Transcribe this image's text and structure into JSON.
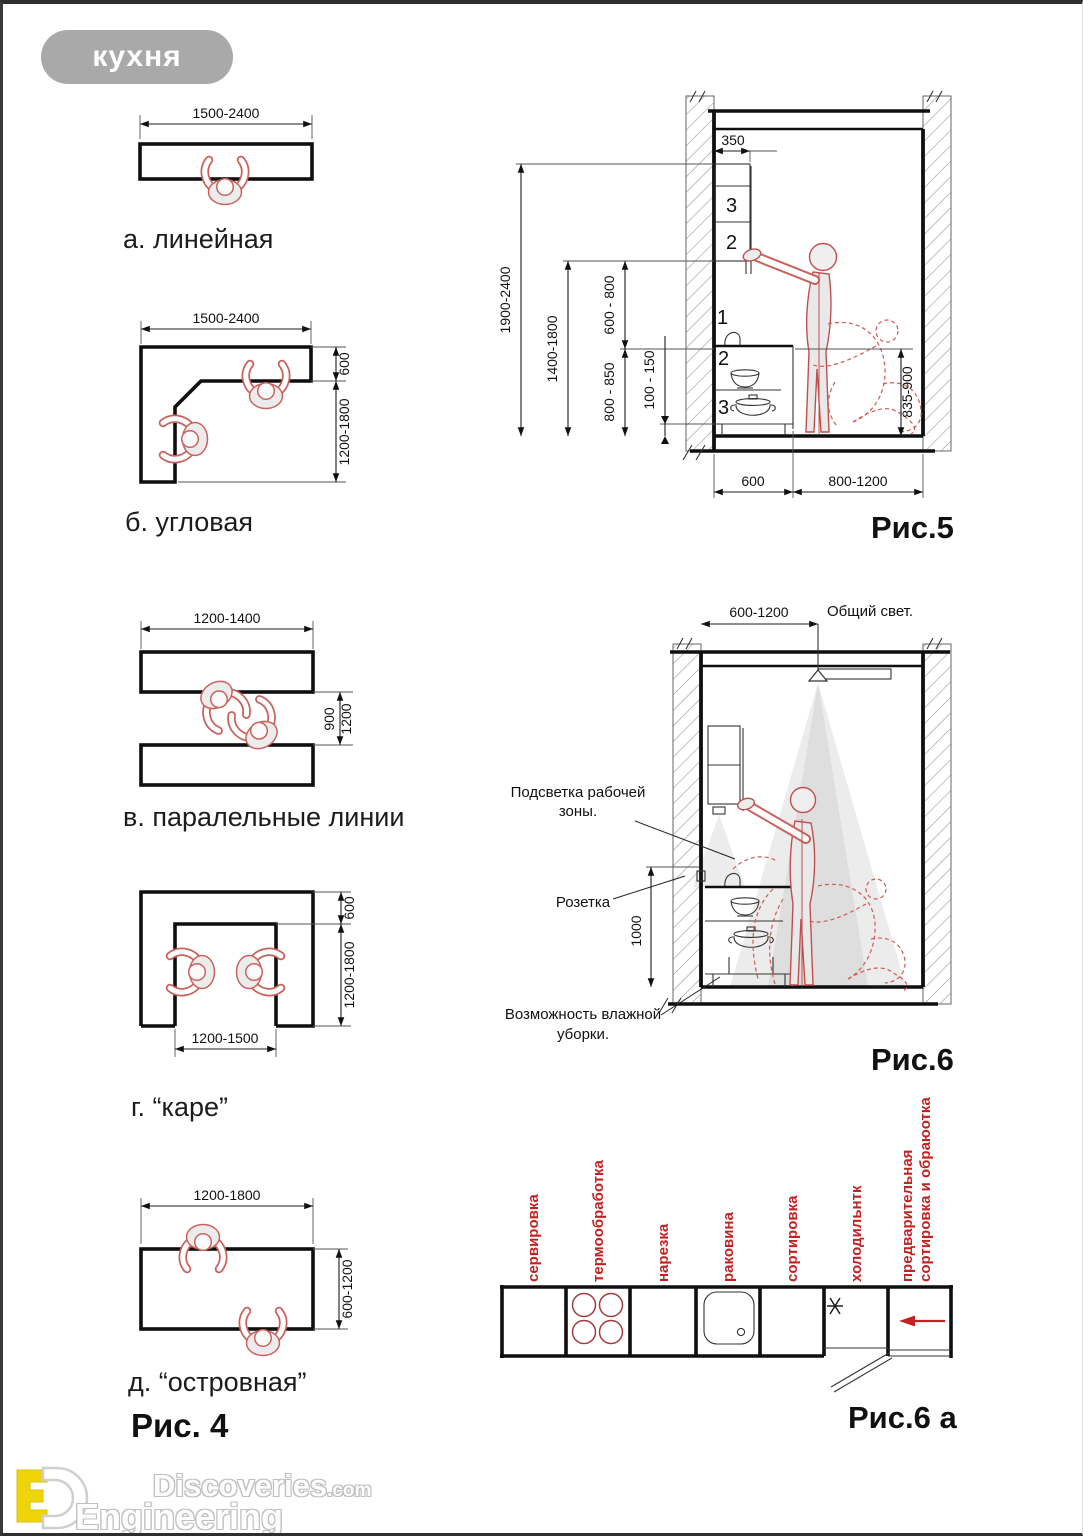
{
  "badge": "кухня",
  "colors": {
    "accent_red": "#c32222",
    "figure_red": "#c9625c",
    "badge_gray": "#a9a9a9",
    "line_black": "#0f0f0f"
  },
  "plans": {
    "a": {
      "caption": "а. линейная",
      "width": "1500-2400"
    },
    "b": {
      "caption": "б. угловая",
      "width": "1500-2400",
      "depth": "600",
      "aisle": "1200-1800"
    },
    "v": {
      "caption": "в. паралельные линии",
      "width": "1200-1400",
      "gap_min": "900",
      "gap_max": "1200"
    },
    "g": {
      "caption": "г. “каре”",
      "depth": "600",
      "aisle": "1200-1800",
      "opening": "1200-1500"
    },
    "d": {
      "caption": "д. “островная”",
      "width": "1200-1800",
      "depth": "600-1200"
    },
    "fig_caption": "Рис. 4"
  },
  "fig5": {
    "caption": "Рис.5",
    "cabinet_depth": "350",
    "h_total": "1900-2400",
    "h_cabinet_bottom": "1400-1800",
    "h_splash": "600 - 800",
    "h_counter": "800 - 850",
    "h_toe": "100 - 150",
    "h_reach": "835-900",
    "w_counter": "600",
    "w_aisle": "800-1200",
    "callouts": {
      "wall_top": "3",
      "wall_mid": "2",
      "faucet": "1",
      "counter": "2",
      "pot": "3"
    }
  },
  "fig6": {
    "caption": "Рис.6",
    "light_offset": "600-1200",
    "socket_height": "1000",
    "label_general_light": "Общий свет.",
    "label_work_light_1": "Подсветка рабочей",
    "label_work_light_2": "зоны.",
    "label_socket": "Розетка",
    "label_wet_1": "Возможность влажной",
    "label_wet_2": "уборки."
  },
  "fig6a": {
    "caption": "Рис.6 а",
    "zones": [
      "сервировка",
      "термообработка",
      "нарезка",
      "раковина",
      "сортировка",
      "холодильнтк"
    ],
    "zone7_line1": "предварительная",
    "zone7_line2": "сортировка и обраюотка"
  },
  "footer": {
    "brand": "Discoveries",
    "brand_suffix": ".com",
    "brand_line2": "Engineering"
  }
}
